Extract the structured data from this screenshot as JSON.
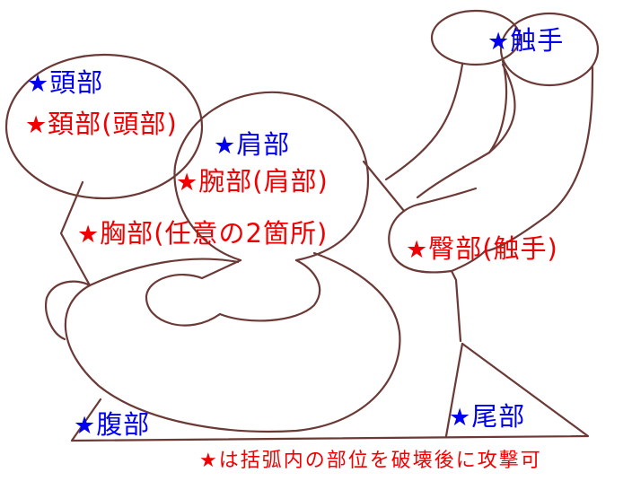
{
  "diagram": {
    "outline_color": "#6b3a36",
    "colors": {
      "breakable": "#0000f0",
      "conditional": "#f00000"
    },
    "labels": [
      {
        "id": "head",
        "star": "★",
        "text": "頭部",
        "type": "breakable"
      },
      {
        "id": "neck",
        "star": "★",
        "text": "頚部(頭部)",
        "type": "conditional"
      },
      {
        "id": "shoulder",
        "star": "★",
        "text": "肩部",
        "type": "breakable"
      },
      {
        "id": "arm",
        "star": "★",
        "text": "腕部(肩部)",
        "type": "conditional"
      },
      {
        "id": "chest",
        "star": "★",
        "text": "胸部(任意の2箇所)",
        "type": "conditional"
      },
      {
        "id": "tentacle",
        "star": "★",
        "text": "触手",
        "type": "breakable"
      },
      {
        "id": "buttock",
        "star": "★",
        "text": "臀部(触手)",
        "type": "conditional"
      },
      {
        "id": "belly",
        "star": "★",
        "text": "腹部",
        "type": "breakable"
      },
      {
        "id": "tail",
        "star": "★",
        "text": "尾部",
        "type": "breakable"
      }
    ],
    "note": "★は括弧内の部位を破壊後に攻撃可"
  }
}
